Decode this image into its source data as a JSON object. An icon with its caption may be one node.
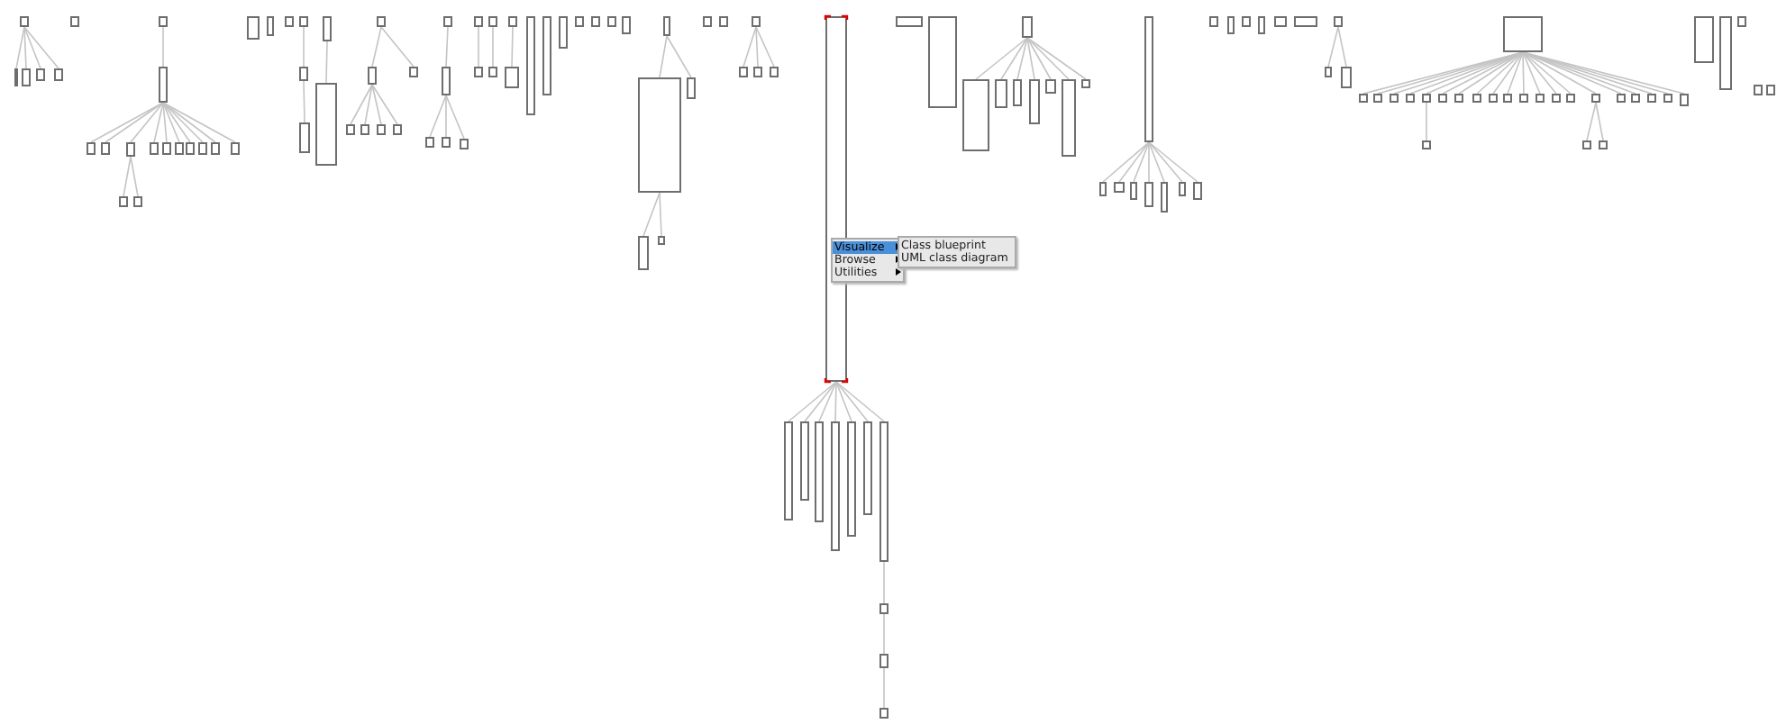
{
  "diagram": {
    "nodes": [
      {
        "text": [],
        "shape": "box"
      },
      {
        "text": [],
        "shape": "box"
      },
      {
        "text": [],
        "shape": "box"
      },
      {
        "text": [],
        "shape": "box"
      },
      {
        "text": [],
        "shape": "box"
      },
      {
        "text": [],
        "shape": "box"
      },
      {
        "text": [],
        "shape": "box"
      },
      {
        "text": [],
        "shape": "box"
      },
      {
        "text": [],
        "shape": "box"
      },
      {
        "text": [],
        "shape": "box"
      },
      {
        "text": [],
        "shape": "box"
      },
      {
        "text": [],
        "shape": "box"
      },
      {
        "text": [],
        "shape": "box"
      },
      {
        "text": [],
        "shape": "box"
      },
      {
        "text": [],
        "shape": "box"
      },
      {
        "text": [],
        "shape": "box"
      },
      {
        "text": [],
        "shape": "box"
      },
      {
        "text": [],
        "shape": "box"
      },
      {
        "text": [],
        "shape": "box"
      },
      {
        "text": [],
        "shape": "box"
      },
      {
        "text": [],
        "shape": "box"
      },
      {
        "text": [],
        "shape": "box"
      },
      {
        "text": [],
        "shape": "box"
      },
      {
        "text": [],
        "shape": "box"
      },
      {
        "text": [],
        "shape": "box"
      },
      {
        "text": [],
        "shape": "box"
      },
      {
        "text": [],
        "shape": "box"
      },
      {
        "text": [],
        "shape": "box"
      },
      {
        "text": [],
        "shape": "box"
      },
      {
        "text": [],
        "shape": "box"
      },
      {
        "text": [],
        "shape": "box"
      },
      {
        "text": [],
        "shape": "box"
      },
      {
        "text": [],
        "shape": "box"
      },
      {
        "text": [],
        "shape": "box"
      },
      {
        "text": [],
        "shape": "box"
      },
      {
        "text": [],
        "shape": "box"
      },
      {
        "text": [],
        "shape": "box"
      },
      {
        "text": [],
        "shape": "box"
      },
      {
        "text": [],
        "shape": "box"
      },
      {
        "text": [],
        "shape": "box"
      },
      {
        "text": [],
        "shape": "box"
      },
      {
        "text": [],
        "shape": "box"
      },
      {
        "text": [],
        "shape": "box"
      },
      {
        "text": [],
        "shape": "box"
      },
      {
        "text": [],
        "shape": "box"
      },
      {
        "text": [],
        "shape": "box"
      },
      {
        "text": [],
        "shape": "box"
      },
      {
        "text": [],
        "shape": "box"
      },
      {
        "text": [],
        "shape": "box"
      },
      {
        "text": [],
        "shape": "box"
      },
      {
        "text": [],
        "shape": "box"
      },
      {
        "text": [],
        "shape": "box"
      },
      {
        "text": [],
        "shape": "box"
      },
      {
        "text": [],
        "shape": "box"
      },
      {
        "text": [],
        "shape": "box"
      },
      {
        "text": [],
        "shape": "box"
      },
      {
        "text": [],
        "shape": "box"
      },
      {
        "text": [],
        "shape": "box"
      },
      {
        "text": [],
        "shape": "box"
      },
      {
        "text": [],
        "shape": "box"
      },
      {
        "text": [],
        "shape": "box"
      },
      {
        "text": [],
        "shape": "box"
      },
      {
        "text": [],
        "shape": "box"
      },
      {
        "text": [],
        "shape": "box"
      },
      {
        "text": [],
        "shape": "box"
      },
      {
        "text": [],
        "shape": "box"
      },
      {
        "text": [],
        "shape": "box"
      },
      {
        "text": [],
        "shape": "box"
      },
      {
        "text": [],
        "shape": "box"
      },
      {
        "text": [],
        "shape": "box"
      },
      {
        "text": [],
        "shape": "box"
      },
      {
        "text": [],
        "shape": "box"
      },
      {
        "text": [],
        "shape": "box"
      },
      {
        "text": [],
        "shape": "box"
      },
      {
        "text": [],
        "shape": "box"
      },
      {
        "text": [],
        "shape": "box"
      },
      {
        "text": [],
        "shape": "box"
      },
      {
        "text": [],
        "shape": "box"
      },
      {
        "text": [],
        "shape": "box"
      },
      {
        "text": [],
        "shape": "box"
      },
      {
        "text": [],
        "shape": "box"
      },
      {
        "text": [],
        "shape": "box"
      },
      {
        "text": [],
        "shape": "box"
      },
      {
        "text": [],
        "shape": "box"
      },
      {
        "text": [],
        "shape": "box"
      },
      {
        "text": [],
        "shape": "box"
      },
      {
        "text": [],
        "shape": "box"
      },
      {
        "text": [],
        "shape": "box"
      },
      {
        "text": [],
        "shape": "box"
      },
      {
        "text": [],
        "shape": "box"
      },
      {
        "text": [],
        "shape": "box"
      },
      {
        "text": [],
        "shape": "box"
      },
      {
        "text": [],
        "shape": "box"
      },
      {
        "text": [],
        "shape": "box"
      },
      {
        "text": [],
        "shape": "box"
      },
      {
        "text": [],
        "shape": "box"
      },
      {
        "text": [],
        "shape": "box"
      },
      {
        "text": [],
        "shape": "box"
      },
      {
        "text": [],
        "shape": "box"
      },
      {
        "text": [],
        "shape": "box"
      },
      {
        "text": [],
        "shape": "box"
      },
      {
        "text": [],
        "shape": "box"
      },
      {
        "text": [],
        "shape": "box"
      },
      {
        "text": [],
        "shape": "box"
      },
      {
        "text": [],
        "shape": "box"
      },
      {
        "text": [],
        "shape": "box"
      },
      {
        "text": [],
        "shape": "box"
      },
      {
        "text": [],
        "shape": "box"
      },
      {
        "text": [],
        "shape": "box"
      },
      {
        "text": [],
        "shape": "box"
      },
      {
        "text": [],
        "shape": "box"
      },
      {
        "text": [],
        "shape": "box"
      },
      {
        "text": [],
        "shape": "box"
      },
      {
        "text": [],
        "shape": "box"
      },
      {
        "text": [],
        "shape": "box"
      },
      {
        "text": [],
        "shape": "box"
      },
      {
        "text": [],
        "shape": "box"
      },
      {
        "text": [],
        "shape": "box"
      },
      {
        "text": [],
        "shape": "box"
      },
      {
        "text": [],
        "shape": "box"
      },
      {
        "text": [],
        "shape": "box"
      },
      {
        "text": [],
        "shape": "box"
      },
      {
        "text": [],
        "shape": "box"
      },
      {
        "text": [],
        "shape": "box"
      },
      {
        "text": [],
        "shape": "box"
      },
      {
        "text": [],
        "shape": "box"
      },
      {
        "text": [],
        "shape": "box"
      },
      {
        "text": [],
        "shape": "box"
      },
      {
        "text": [],
        "shape": "box"
      },
      {
        "text": [],
        "shape": "box"
      },
      {
        "text": [],
        "shape": "box"
      }
    ],
    "edges": [
      {
        "from": 0,
        "to": 1,
        "arrow": "none"
      },
      {
        "from": 0,
        "to": 2,
        "arrow": "none"
      },
      {
        "from": 0,
        "to": 3,
        "arrow": "none"
      },
      {
        "from": 0,
        "to": 4,
        "arrow": "none"
      },
      {
        "from": 6,
        "to": 7,
        "arrow": "none"
      },
      {
        "from": 7,
        "to": 8,
        "arrow": "none"
      },
      {
        "from": 7,
        "to": 9,
        "arrow": "none"
      },
      {
        "from": 7,
        "to": 10,
        "arrow": "none"
      },
      {
        "from": 7,
        "to": 11,
        "arrow": "none"
      },
      {
        "from": 7,
        "to": 12,
        "arrow": "none"
      },
      {
        "from": 7,
        "to": 13,
        "arrow": "none"
      },
      {
        "from": 7,
        "to": 14,
        "arrow": "none"
      },
      {
        "from": 7,
        "to": 15,
        "arrow": "none"
      },
      {
        "from": 7,
        "to": 16,
        "arrow": "none"
      },
      {
        "from": 7,
        "to": 17,
        "arrow": "none"
      },
      {
        "from": 10,
        "to": 18,
        "arrow": "none"
      },
      {
        "from": 10,
        "to": 19,
        "arrow": "none"
      },
      {
        "from": 23,
        "to": 24,
        "arrow": "none"
      },
      {
        "from": 24,
        "to": 25,
        "arrow": "none"
      },
      {
        "from": 26,
        "to": 27,
        "arrow": "none"
      },
      {
        "from": 28,
        "to": 29,
        "arrow": "none"
      },
      {
        "from": 28,
        "to": 30,
        "arrow": "none"
      },
      {
        "from": 29,
        "to": 31,
        "arrow": "none"
      },
      {
        "from": 29,
        "to": 32,
        "arrow": "none"
      },
      {
        "from": 29,
        "to": 33,
        "arrow": "none"
      },
      {
        "from": 29,
        "to": 34,
        "arrow": "none"
      },
      {
        "from": 35,
        "to": 36,
        "arrow": "none"
      },
      {
        "from": 36,
        "to": 37,
        "arrow": "none"
      },
      {
        "from": 36,
        "to": 38,
        "arrow": "none"
      },
      {
        "from": 36,
        "to": 39,
        "arrow": "none"
      },
      {
        "from": 40,
        "to": 41,
        "arrow": "none"
      },
      {
        "from": 42,
        "to": 43,
        "arrow": "none"
      },
      {
        "from": 44,
        "to": 45,
        "arrow": "none"
      },
      {
        "from": 53,
        "to": 54,
        "arrow": "none"
      },
      {
        "from": 53,
        "to": 55,
        "arrow": "none"
      },
      {
        "from": 54,
        "to": 56,
        "arrow": "none"
      },
      {
        "from": 54,
        "to": 57,
        "arrow": "none"
      },
      {
        "from": 60,
        "to": 61,
        "arrow": "none"
      },
      {
        "from": 60,
        "to": 62,
        "arrow": "none"
      },
      {
        "from": 60,
        "to": 63,
        "arrow": "none"
      },
      {
        "from": 64,
        "to": 65,
        "arrow": "none"
      },
      {
        "from": 64,
        "to": 66,
        "arrow": "none"
      },
      {
        "from": 64,
        "to": 67,
        "arrow": "none"
      },
      {
        "from": 64,
        "to": 68,
        "arrow": "none"
      },
      {
        "from": 64,
        "to": 69,
        "arrow": "none"
      },
      {
        "from": 64,
        "to": 70,
        "arrow": "none"
      },
      {
        "from": 64,
        "to": 71,
        "arrow": "none"
      },
      {
        "from": 71,
        "to": 72,
        "arrow": "none"
      },
      {
        "from": 72,
        "to": 73,
        "arrow": "none"
      },
      {
        "from": 73,
        "to": 74,
        "arrow": "none"
      },
      {
        "from": 77,
        "to": 78,
        "arrow": "none"
      },
      {
        "from": 77,
        "to": 79,
        "arrow": "none"
      },
      {
        "from": 77,
        "to": 80,
        "arrow": "none"
      },
      {
        "from": 77,
        "to": 81,
        "arrow": "none"
      },
      {
        "from": 77,
        "to": 82,
        "arrow": "none"
      },
      {
        "from": 77,
        "to": 83,
        "arrow": "none"
      },
      {
        "from": 77,
        "to": 84,
        "arrow": "none"
      },
      {
        "from": 85,
        "to": 86,
        "arrow": "none"
      },
      {
        "from": 85,
        "to": 87,
        "arrow": "none"
      },
      {
        "from": 85,
        "to": 88,
        "arrow": "none"
      },
      {
        "from": 85,
        "to": 89,
        "arrow": "none"
      },
      {
        "from": 85,
        "to": 90,
        "arrow": "none"
      },
      {
        "from": 85,
        "to": 91,
        "arrow": "none"
      },
      {
        "from": 85,
        "to": 92,
        "arrow": "none"
      },
      {
        "from": 99,
        "to": 100,
        "arrow": "none"
      },
      {
        "from": 99,
        "to": 101,
        "arrow": "none"
      },
      {
        "from": 102,
        "to": 103,
        "arrow": "none"
      },
      {
        "from": 102,
        "to": 104,
        "arrow": "none"
      },
      {
        "from": 102,
        "to": 105,
        "arrow": "none"
      },
      {
        "from": 102,
        "to": 106,
        "arrow": "none"
      },
      {
        "from": 102,
        "to": 107,
        "arrow": "none"
      },
      {
        "from": 102,
        "to": 108,
        "arrow": "none"
      },
      {
        "from": 102,
        "to": 109,
        "arrow": "none"
      },
      {
        "from": 102,
        "to": 110,
        "arrow": "none"
      },
      {
        "from": 102,
        "to": 111,
        "arrow": "none"
      },
      {
        "from": 102,
        "to": 112,
        "arrow": "none"
      },
      {
        "from": 102,
        "to": 113,
        "arrow": "none"
      },
      {
        "from": 102,
        "to": 114,
        "arrow": "none"
      },
      {
        "from": 102,
        "to": 115,
        "arrow": "none"
      },
      {
        "from": 102,
        "to": 116,
        "arrow": "none"
      },
      {
        "from": 102,
        "to": 117,
        "arrow": "none"
      },
      {
        "from": 102,
        "to": 118,
        "arrow": "none"
      },
      {
        "from": 102,
        "to": 119,
        "arrow": "none"
      },
      {
        "from": 102,
        "to": 120,
        "arrow": "none"
      },
      {
        "from": 102,
        "to": 121,
        "arrow": "none"
      },
      {
        "from": 102,
        "to": 122,
        "arrow": "none"
      },
      {
        "from": 107,
        "to": 123,
        "arrow": "none"
      },
      {
        "from": 117,
        "to": 124,
        "arrow": "none"
      },
      {
        "from": 117,
        "to": 125,
        "arrow": "none"
      }
    ],
    "labels": [
      "Visualize",
      "Browse",
      "Utilities",
      "Class blueprint",
      "UML class diagram"
    ]
  }
}
